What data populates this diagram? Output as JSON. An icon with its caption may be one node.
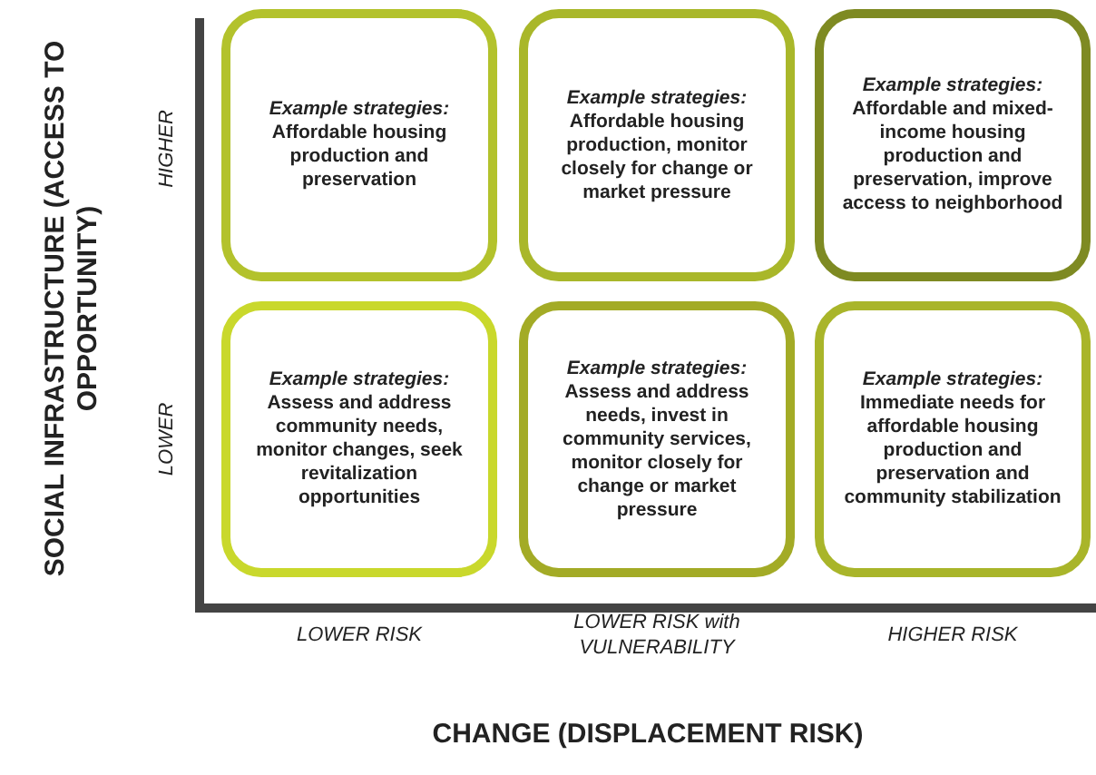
{
  "diagram": {
    "nodes": [
      {
        "text": [
          "Example strategies:",
          "Affordable housing production and preservation"
        ]
      },
      {
        "text": [
          "Example strategies:",
          "Affordable housing production, monitor closely for change or market pressure"
        ]
      },
      {
        "text": [
          "Example strategies:",
          "Affordable and mixed-income housing production and preservation, improve access to neighborhood"
        ]
      },
      {
        "text": [
          "Example strategies:",
          "Assess and address community needs, monitor changes, seek revitalization opportunities"
        ]
      },
      {
        "text": [
          "Example strategies:",
          "Assess and address needs, invest in community services, monitor closely for change or market pressure"
        ]
      },
      {
        "text": [
          "Example strategies:",
          "Immediate needs for affordable housing production and preservation and community stabilization"
        ]
      }
    ],
    "labels": [
      "SOCIAL INFRASTRUCTURE (ACCESS TO OPPORTUNITY)",
      "HIGHER",
      "LOWER",
      "LOWER RISK",
      "LOWER RISK with VULNERABILITY",
      "HIGHER RISK",
      "CHANGE (DISPLACEMENT RISK)"
    ]
  }
}
